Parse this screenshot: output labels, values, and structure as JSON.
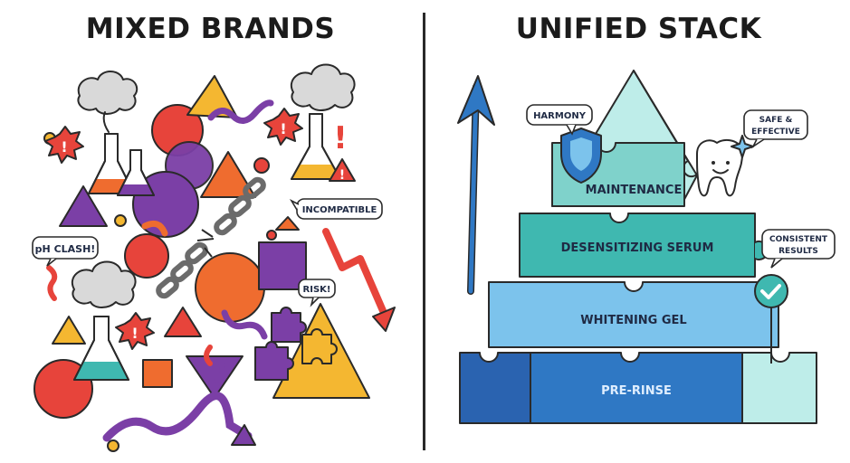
{
  "left": {
    "title": "MIXED BRANDS",
    "callouts": {
      "ph_clash": "pH CLASH!",
      "incompatible": "INCOMPATIBLE",
      "risk": "RISK!"
    }
  },
  "right": {
    "title": "UNIFIED STACK",
    "callouts": {
      "harmony": "HARMONY",
      "safe_line1": "SAFE &",
      "safe_line2": "EFFECTIVE",
      "consistent_line1": "CONSISTENT",
      "consistent_line2": "RESULTS"
    },
    "tiers": {
      "maintenance": "MAINTENANCE",
      "desensitizing": "DESENSITIZING SERUM",
      "whitening": "WHITENING GEL",
      "prerinse": "PRE-RINSE"
    }
  },
  "icons": [
    "explosion-cloud-icon",
    "flask-icon",
    "warning-icon",
    "broken-chain-icon",
    "puzzle-piece-icon",
    "down-arrow-icon",
    "up-arrow-icon",
    "shield-icon",
    "tooth-icon",
    "checkmark-icon",
    "sparkle-icon"
  ],
  "colors": {
    "orange": "#EF6C2F",
    "purple": "#7B3FA6",
    "red": "#E7443B",
    "yellow": "#F4B731",
    "teal": "#3FB8B0",
    "light_teal": "#BEEDE9",
    "mid_teal": "#7FD2CB",
    "sky_blue": "#7CC3EC",
    "deep_blue": "#2F78C4",
    "navy_blue": "#2A63B0"
  }
}
